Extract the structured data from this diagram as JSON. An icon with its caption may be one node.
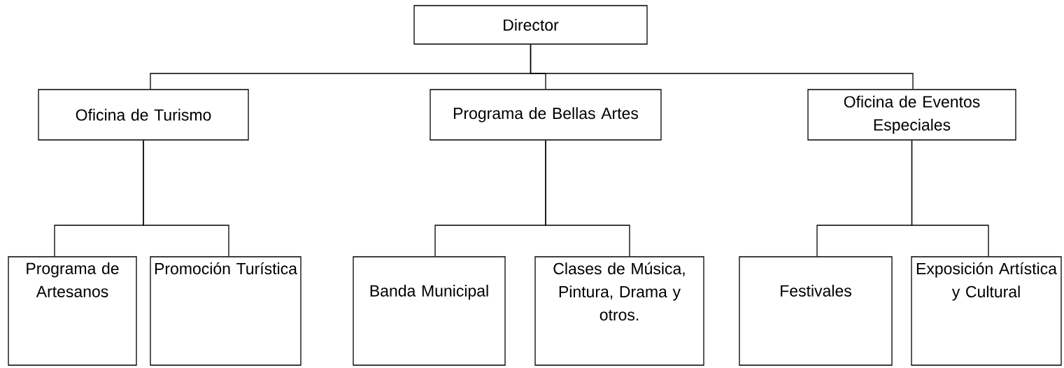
{
  "diagram": {
    "nodes": [
      {
        "text": [
          "Director"
        ]
      },
      {
        "text": [
          "Oficina de Turismo"
        ]
      },
      {
        "text": [
          "Programa de Bellas Artes"
        ]
      },
      {
        "text": [
          "Oficina de Eventos Especiales"
        ]
      },
      {
        "text": [
          "Programa de Artesanos"
        ]
      },
      {
        "text": [
          "Promoción Turística"
        ]
      },
      {
        "text": [
          "Banda Municipal"
        ]
      },
      {
        "text": [
          "Clases de Música, Pintura, Drama y otros."
        ]
      },
      {
        "text": [
          "Festivales"
        ]
      },
      {
        "text": [
          "Exposición Artística y Cultural"
        ]
      }
    ],
    "edges": [
      {
        "from": 0,
        "to": 1,
        "arrow": "none"
      },
      {
        "from": 0,
        "to": 2,
        "arrow": "none"
      },
      {
        "from": 0,
        "to": 3,
        "arrow": "none"
      },
      {
        "from": 1,
        "to": 4,
        "arrow": "none"
      },
      {
        "from": 1,
        "to": 5,
        "arrow": "none"
      },
      {
        "from": 2,
        "to": 6,
        "arrow": "none"
      },
      {
        "from": 2,
        "to": 7,
        "arrow": "none"
      },
      {
        "from": 3,
        "to": 8,
        "arrow": "none"
      },
      {
        "from": 3,
        "to": 9,
        "arrow": "none"
      }
    ]
  }
}
